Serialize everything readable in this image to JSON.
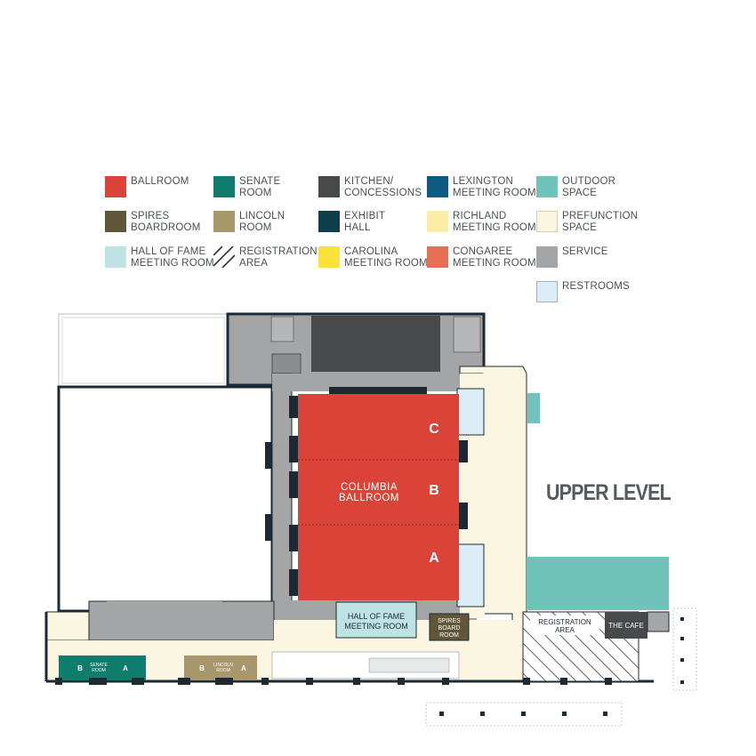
{
  "legend": {
    "items": [
      {
        "label": "BALLROOM",
        "color": "#db4338",
        "swatch": "ballroom"
      },
      {
        "label": "SENATE\nROOM",
        "color": "#0e7d6d",
        "swatch": "senate"
      },
      {
        "label": "KITCHEN/\nCONCESSIONS",
        "color": "#48494b",
        "swatch": "kitchen"
      },
      {
        "label": "LEXINGTON\nMEETING ROOM",
        "color": "#0d5b80",
        "swatch": "lexington"
      },
      {
        "label": "OUTDOOR\nSPACE",
        "color": "#6fc3bb",
        "swatch": "outdoor"
      },
      {
        "label": "SPIRES\nBOARDROOM",
        "color": "#5f5738",
        "swatch": "spires"
      },
      {
        "label": "LINCOLN\nROOM",
        "color": "#a8976b",
        "swatch": "lincoln"
      },
      {
        "label": "EXHIBIT\nHALL",
        "color": "#0f3e4c",
        "swatch": "exhibit"
      },
      {
        "label": "RICHLAND\nMEETING ROOM",
        "color": "#fbeca6",
        "swatch": "richland"
      },
      {
        "label": "PREFUNCTION\nSPACE",
        "color": "#fbf6e2",
        "swatch": "prefunction"
      },
      {
        "label": "HALL OF FAME\nMEETING ROOM",
        "color": "#bfe2e4",
        "swatch": "halloffame"
      },
      {
        "label": "REGISTRATION\nAREA",
        "color": "#ffffff",
        "swatch": "registration"
      },
      {
        "label": "CAROLINA\nMEETING ROOM",
        "color": "#f8e33a",
        "swatch": "carolina"
      },
      {
        "label": "CONGAREE\nMEETING ROOM",
        "color": "#e66f55",
        "swatch": "congaree"
      },
      {
        "label": "SERVICE",
        "color": "#a4a5a7",
        "swatch": "service"
      },
      {
        "label": "RESTROOMS",
        "color": "#dcedf7",
        "swatch": "restrooms"
      }
    ]
  },
  "map": {
    "title": "UPPER LEVEL",
    "rooms": {
      "ballroom_line1": "COLUMBIA",
      "ballroom_line2": "BALLROOM",
      "section_c": "C",
      "section_b": "B",
      "section_a": "A",
      "hall_of_fame_line1": "HALL OF FAME",
      "hall_of_fame_line2": "MEETING ROOM",
      "spires_line1": "SPIRES",
      "spires_line2": "BOARD",
      "spires_line3": "ROOM",
      "registration_line1": "REGISTRATION",
      "registration_line2": "AREA",
      "cafe": "THE CAFE",
      "senate_b": "B",
      "senate_line1": "SENATE",
      "senate_line2": "ROOM",
      "senate_a": "A",
      "lincoln_b": "B",
      "lincoln_line1": "LINCOLN",
      "lincoln_line2": "ROOM",
      "lincoln_a": "A"
    }
  }
}
